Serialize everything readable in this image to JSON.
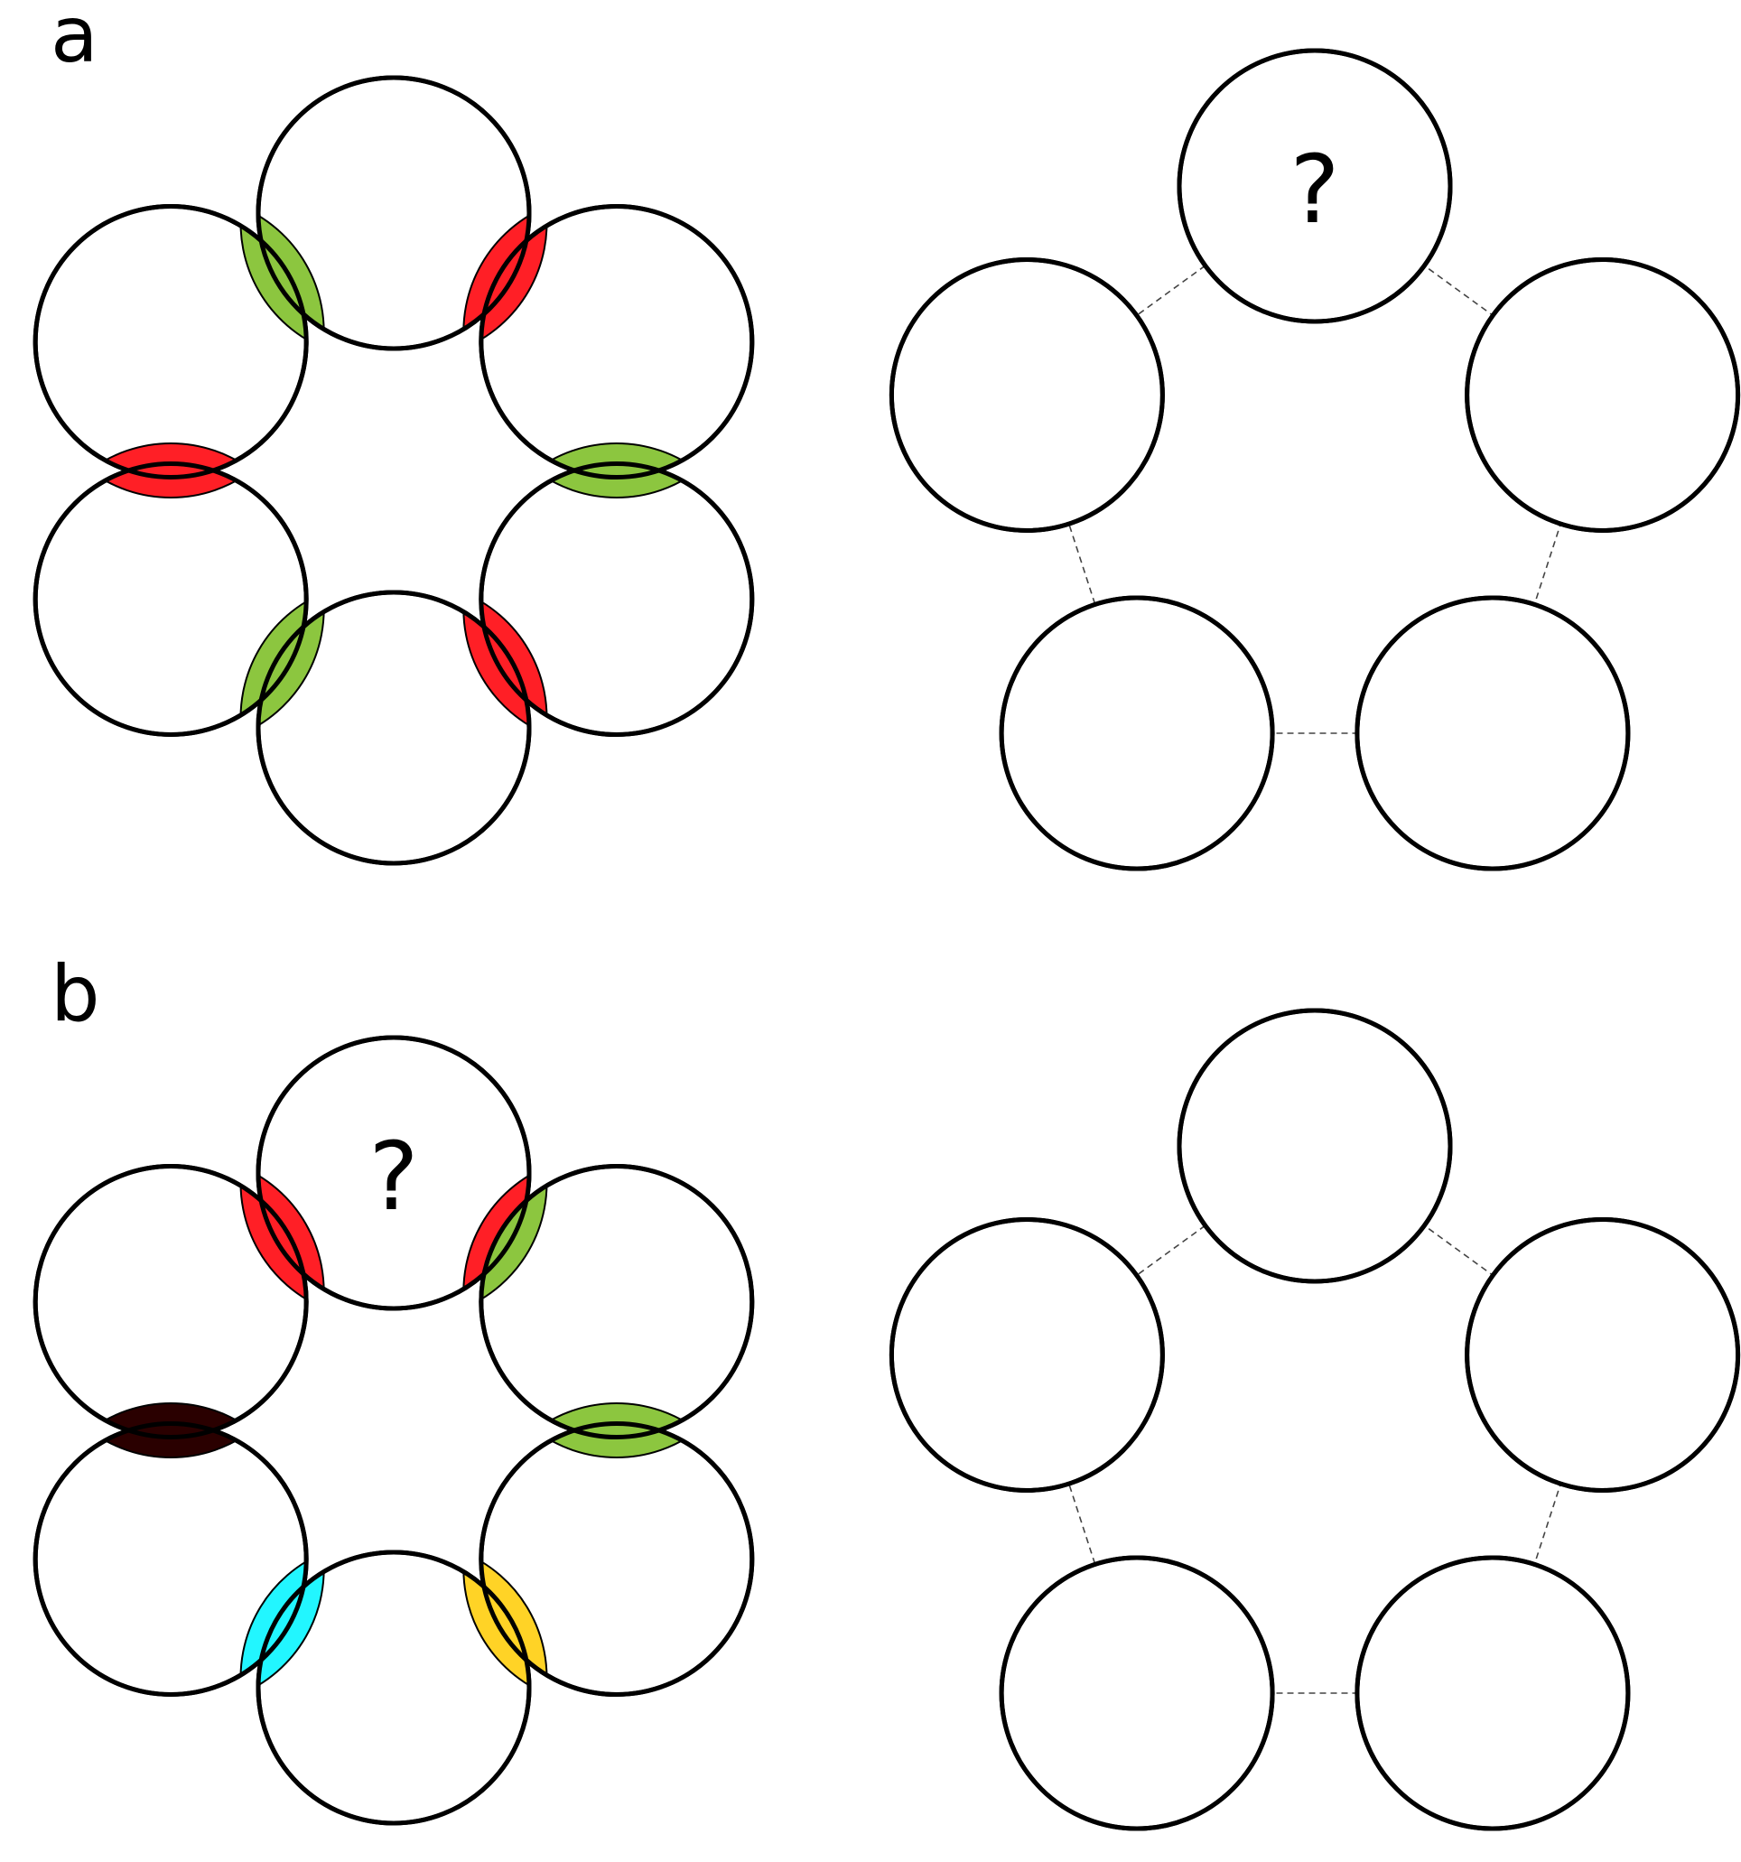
{
  "colors": {
    "red": "#ff1f26",
    "green": "#8cc63f",
    "dark": "#2a0000",
    "cyan": "#22f6ff",
    "yellow": "#ffd326"
  },
  "panels": [
    {
      "label": "a",
      "rings": [
        {
          "circles": 6,
          "unknown": null,
          "contacts": [
            [
              "red",
              "red"
            ],
            [
              "green",
              "green"
            ],
            [
              "red",
              "red"
            ],
            [
              "green",
              "green"
            ],
            [
              "red",
              "red"
            ],
            [
              "green",
              "green"
            ]
          ]
        },
        {
          "circles": 5,
          "unknown": {
            "index": 0,
            "text": "?"
          },
          "contacts": [
            [
              "red",
              "green"
            ],
            [
              "red",
              "red"
            ],
            [
              "green",
              "green"
            ],
            [
              "green",
              "red"
            ],
            [
              null,
              null
            ]
          ]
        }
      ]
    },
    {
      "label": "b",
      "rings": [
        {
          "circles": 6,
          "unknown": {
            "index": 0,
            "text": "?"
          },
          "contacts": [
            [
              "red",
              "green"
            ],
            [
              "green",
              "green"
            ],
            [
              "yellow",
              "yellow"
            ],
            [
              "cyan",
              "cyan"
            ],
            [
              "dark",
              "dark"
            ],
            [
              "red",
              "red"
            ]
          ]
        },
        {
          "circles": 5,
          "unknown": null,
          "contacts": [
            [
              "green",
              "green"
            ],
            [
              "yellow",
              "yellow"
            ],
            [
              "cyan",
              "cyan"
            ],
            [
              "dark",
              "dark"
            ],
            [
              "red",
              "red"
            ]
          ]
        }
      ]
    }
  ]
}
